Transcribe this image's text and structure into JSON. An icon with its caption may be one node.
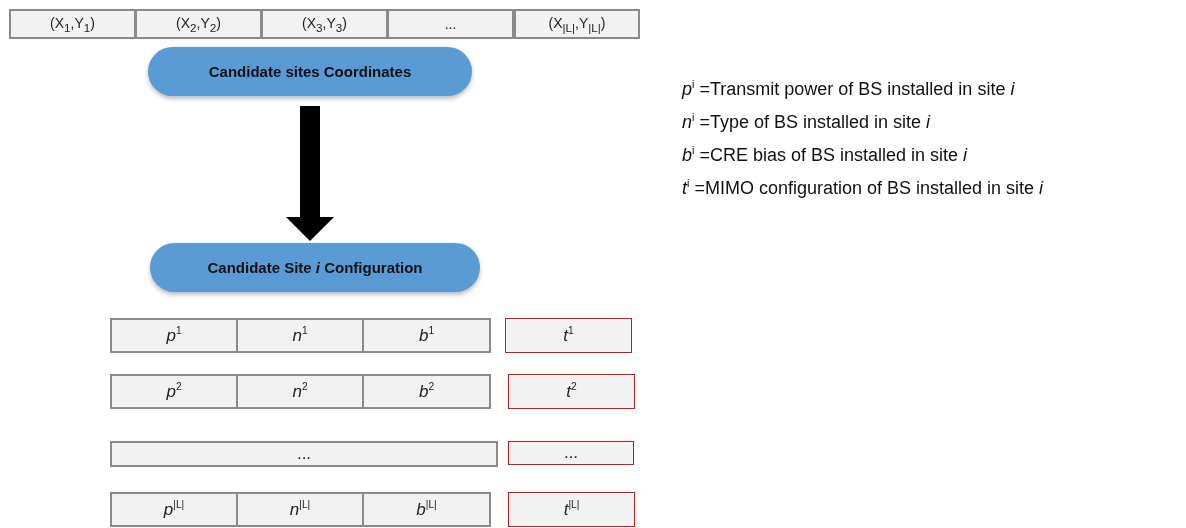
{
  "diagram": {
    "nodes": [
      {
        "text": [
          "(X$_{1}$,Y$_{1}$)"
        ]
      },
      {
        "text": [
          "(X$_{2}$,Y$_{2}$)"
        ]
      },
      {
        "text": [
          "(X$_{3}$,Y$_{3}$)"
        ]
      },
      {
        "text": [
          "..."
        ]
      },
      {
        "text": [
          "(X$_{|L|}$,Y$_{|L|}$)"
        ]
      },
      {
        "text": [
          "Candidate sites Coordinates"
        ]
      },
      {
        "text": [
          "Candidate Site *i* Configuration"
        ]
      },
      {
        "text": [
          "*p*$^{1}$"
        ]
      },
      {
        "text": [
          "*n*$^{1}$"
        ]
      },
      {
        "text": [
          "*b*$^{1}$"
        ]
      },
      {
        "text": [
          "*t*$^{1}$"
        ]
      },
      {
        "text": [
          "*p*$^{2}$"
        ]
      },
      {
        "text": [
          "*n*$^{2}$"
        ]
      },
      {
        "text": [
          "*b*$^{2}$"
        ]
      },
      {
        "text": [
          "*t*$^{2}$"
        ]
      },
      {
        "text": [
          "..."
        ]
      },
      {
        "text": [
          "..."
        ]
      },
      {
        "text": [
          "*p*$^{|L|}$"
        ]
      },
      {
        "text": [
          "*n*$^{|L|}$"
        ]
      },
      {
        "text": [
          "*b*$^{|L|}$"
        ]
      },
      {
        "text": [
          "*t*$^{|L|}$"
        ]
      }
    ],
    "edges": [
      {
        "from": 5,
        "to": 6,
        "arrow": "to"
      }
    ],
    "labels": [
      "*p*$^{i}$ =Transmit power of BS installed in site *i*",
      "*n*$^{i}$ =Type of BS installed in site *i*",
      "*b*$^{i}$ =CRE bias of BS installed in site *i*",
      "*t*$^{i}$ =MIMO configuration of BS installed in site *i*"
    ]
  }
}
